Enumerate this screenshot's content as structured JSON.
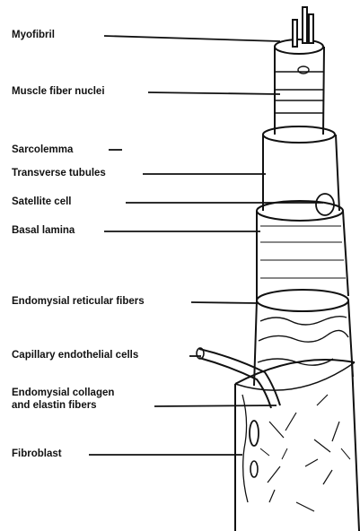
{
  "diagram": {
    "labels": [
      {
        "id": "myofibril",
        "text": "Myofibril"
      },
      {
        "id": "nuclei",
        "text": "Muscle fiber nuclei"
      },
      {
        "id": "sarcolemma",
        "text": "Sarcolemma"
      },
      {
        "id": "ttubules",
        "text": "Transverse tubules"
      },
      {
        "id": "satellite",
        "text": "Satellite cell"
      },
      {
        "id": "basal",
        "text": "Basal lamina"
      },
      {
        "id": "reticular",
        "text": "Endomysial reticular fibers"
      },
      {
        "id": "capillary",
        "text": "Capillary endothelial cells"
      },
      {
        "id": "collagen1",
        "text": "Endomysial collagen"
      },
      {
        "id": "collagen2",
        "text": "and elastin fibers"
      },
      {
        "id": "fibroblast",
        "text": "Fibroblast"
      }
    ]
  }
}
